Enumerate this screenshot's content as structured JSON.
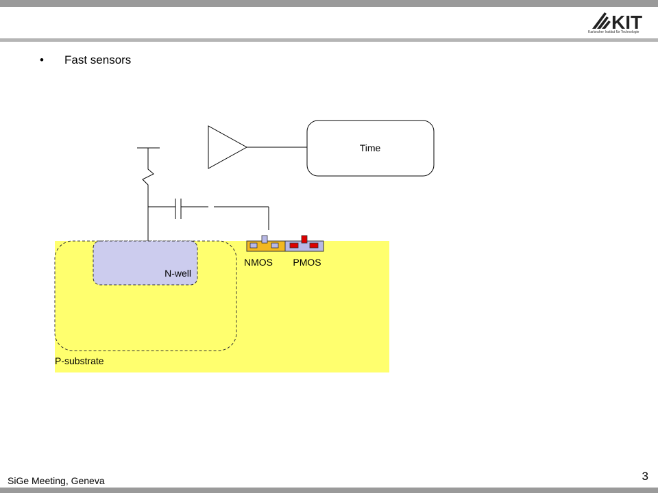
{
  "header": {
    "logo_text": "KIT",
    "logo_subtitle": "Karlsruher Institut für Technologie"
  },
  "content": {
    "bullet": "Fast sensors"
  },
  "diagram": {
    "time_label": "Time",
    "nmos_label": "NMOS",
    "pmos_label": "PMOS",
    "nwell_label": "N-well",
    "psubstrate_label": "P-substrate"
  },
  "footer": {
    "event": "SiGe Meeting, Geneva",
    "page": "3"
  },
  "colors": {
    "substrate": "#ffff6e",
    "nwell": "#ccccee",
    "nmos_fill": "#f2b820",
    "pmos_fill": "#b8b8e6",
    "pmos_contacts": "#dd0000",
    "bars": "#9a9a9a"
  }
}
